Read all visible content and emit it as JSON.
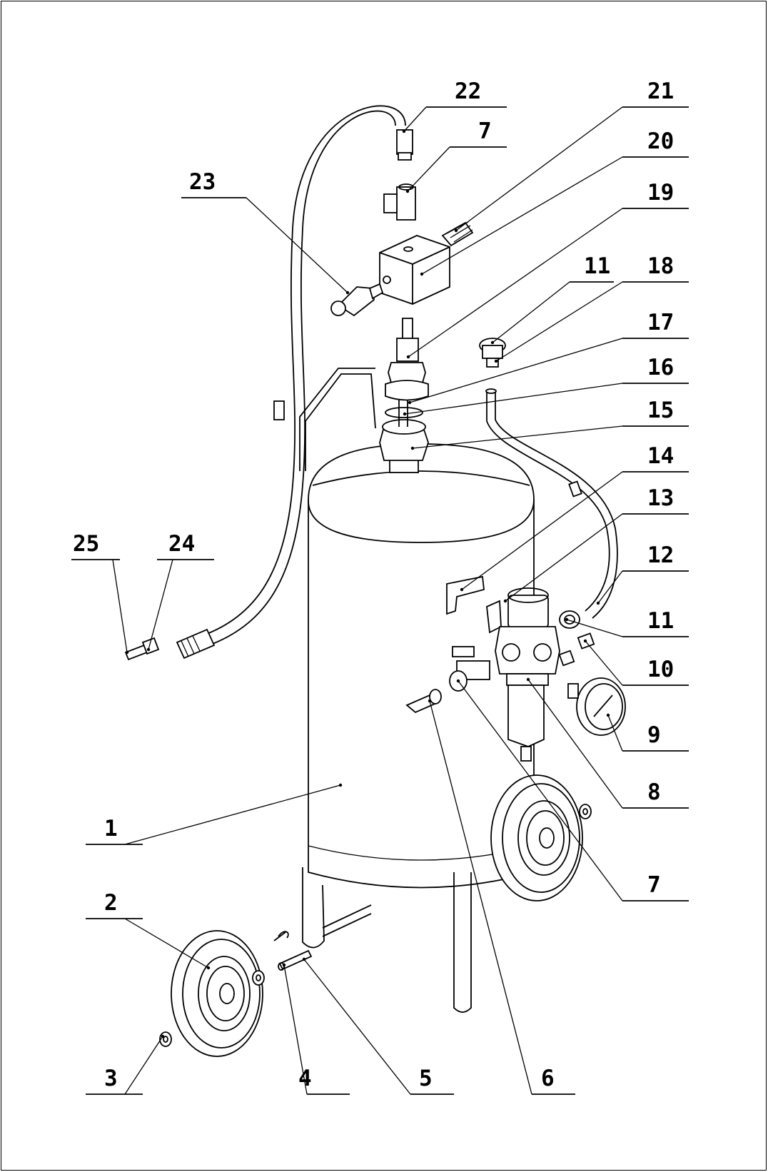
{
  "diagram": {
    "callouts": [
      {
        "id": "c22",
        "label": "22"
      },
      {
        "id": "c21",
        "label": "21"
      },
      {
        "id": "c7a",
        "label": "7"
      },
      {
        "id": "c20",
        "label": "20"
      },
      {
        "id": "c23",
        "label": "23"
      },
      {
        "id": "c19",
        "label": "19"
      },
      {
        "id": "c11a",
        "label": "11"
      },
      {
        "id": "c18",
        "label": "18"
      },
      {
        "id": "c17",
        "label": "17"
      },
      {
        "id": "c16",
        "label": "16"
      },
      {
        "id": "c15",
        "label": "15"
      },
      {
        "id": "c14",
        "label": "14"
      },
      {
        "id": "c13",
        "label": "13"
      },
      {
        "id": "c25",
        "label": "25"
      },
      {
        "id": "c24",
        "label": "24"
      },
      {
        "id": "c12",
        "label": "12"
      },
      {
        "id": "c11b",
        "label": "11"
      },
      {
        "id": "c10",
        "label": "10"
      },
      {
        "id": "c9",
        "label": "9"
      },
      {
        "id": "c8",
        "label": "8"
      },
      {
        "id": "c1",
        "label": "1"
      },
      {
        "id": "c7b",
        "label": "7"
      },
      {
        "id": "c2",
        "label": "2"
      },
      {
        "id": "c3",
        "label": "3"
      },
      {
        "id": "c4",
        "label": "4"
      },
      {
        "id": "c5",
        "label": "5"
      },
      {
        "id": "c6",
        "label": "6"
      }
    ]
  }
}
